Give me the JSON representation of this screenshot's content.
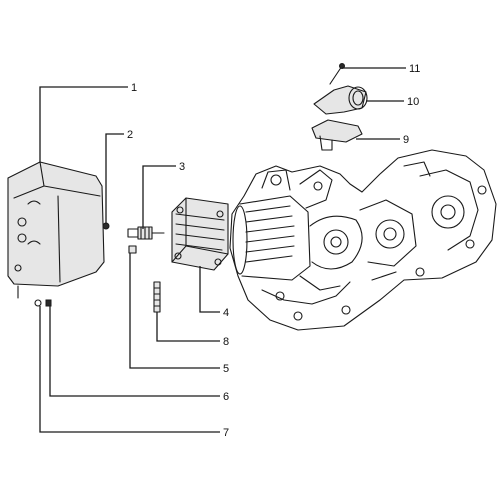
{
  "callouts": [
    "1",
    "2",
    "3",
    "4",
    "5",
    "6",
    "7",
    "8",
    "9",
    "10",
    "11"
  ],
  "colors": {
    "line": "#1a1a1a",
    "shade": "#e6e6e6",
    "background": "#ffffff"
  }
}
